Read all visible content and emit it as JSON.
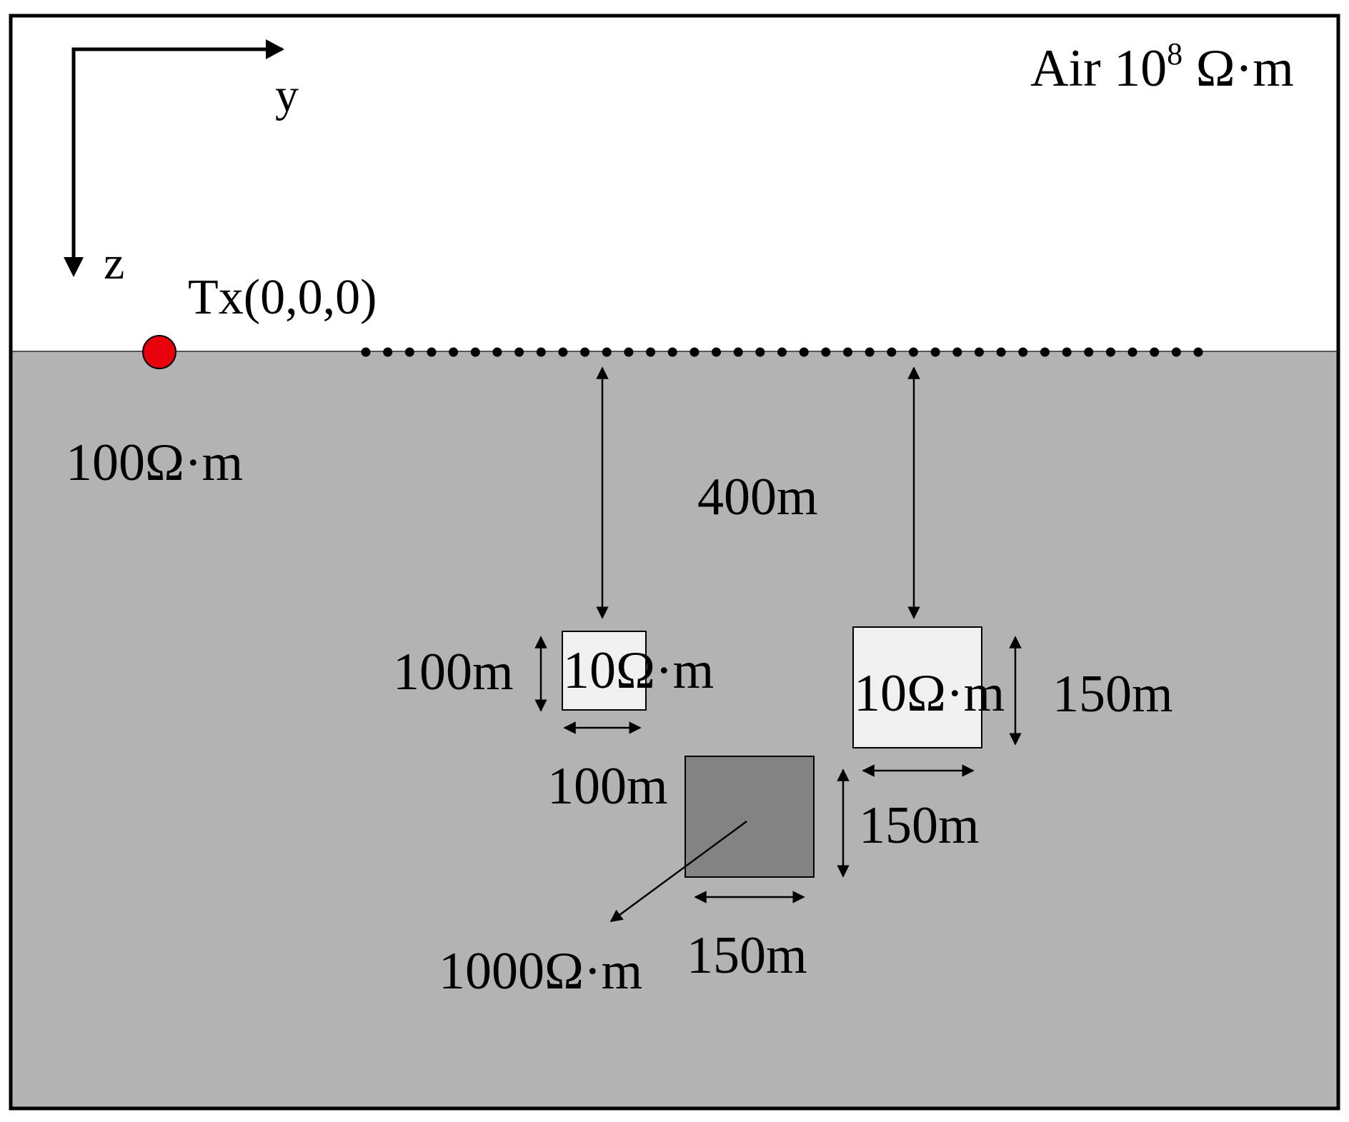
{
  "labels": {
    "air": "Air 10",
    "air_exp": "8",
    "air_unit": " Ω·m",
    "axis_y": "y",
    "axis_z": "z",
    "tx": "Tx(0,0,0)",
    "background_res": "100Ω·m",
    "depth": "400m",
    "block1_height": "100m",
    "block1_res": "10Ω·m",
    "block1_width": "100m",
    "block2_res": "10Ω·m",
    "block2_height": "150m",
    "block3_height": "150m",
    "block3_width": "150m",
    "block3_res": "1000Ω·m"
  },
  "colors": {
    "earth": "#b3b3b3",
    "air": "#ffffff",
    "conductive_block": "#f0f0f0",
    "resistive_block": "#838383",
    "transmitter": "#e8000b",
    "line": "#000000"
  },
  "receivers": {
    "count": 39
  }
}
